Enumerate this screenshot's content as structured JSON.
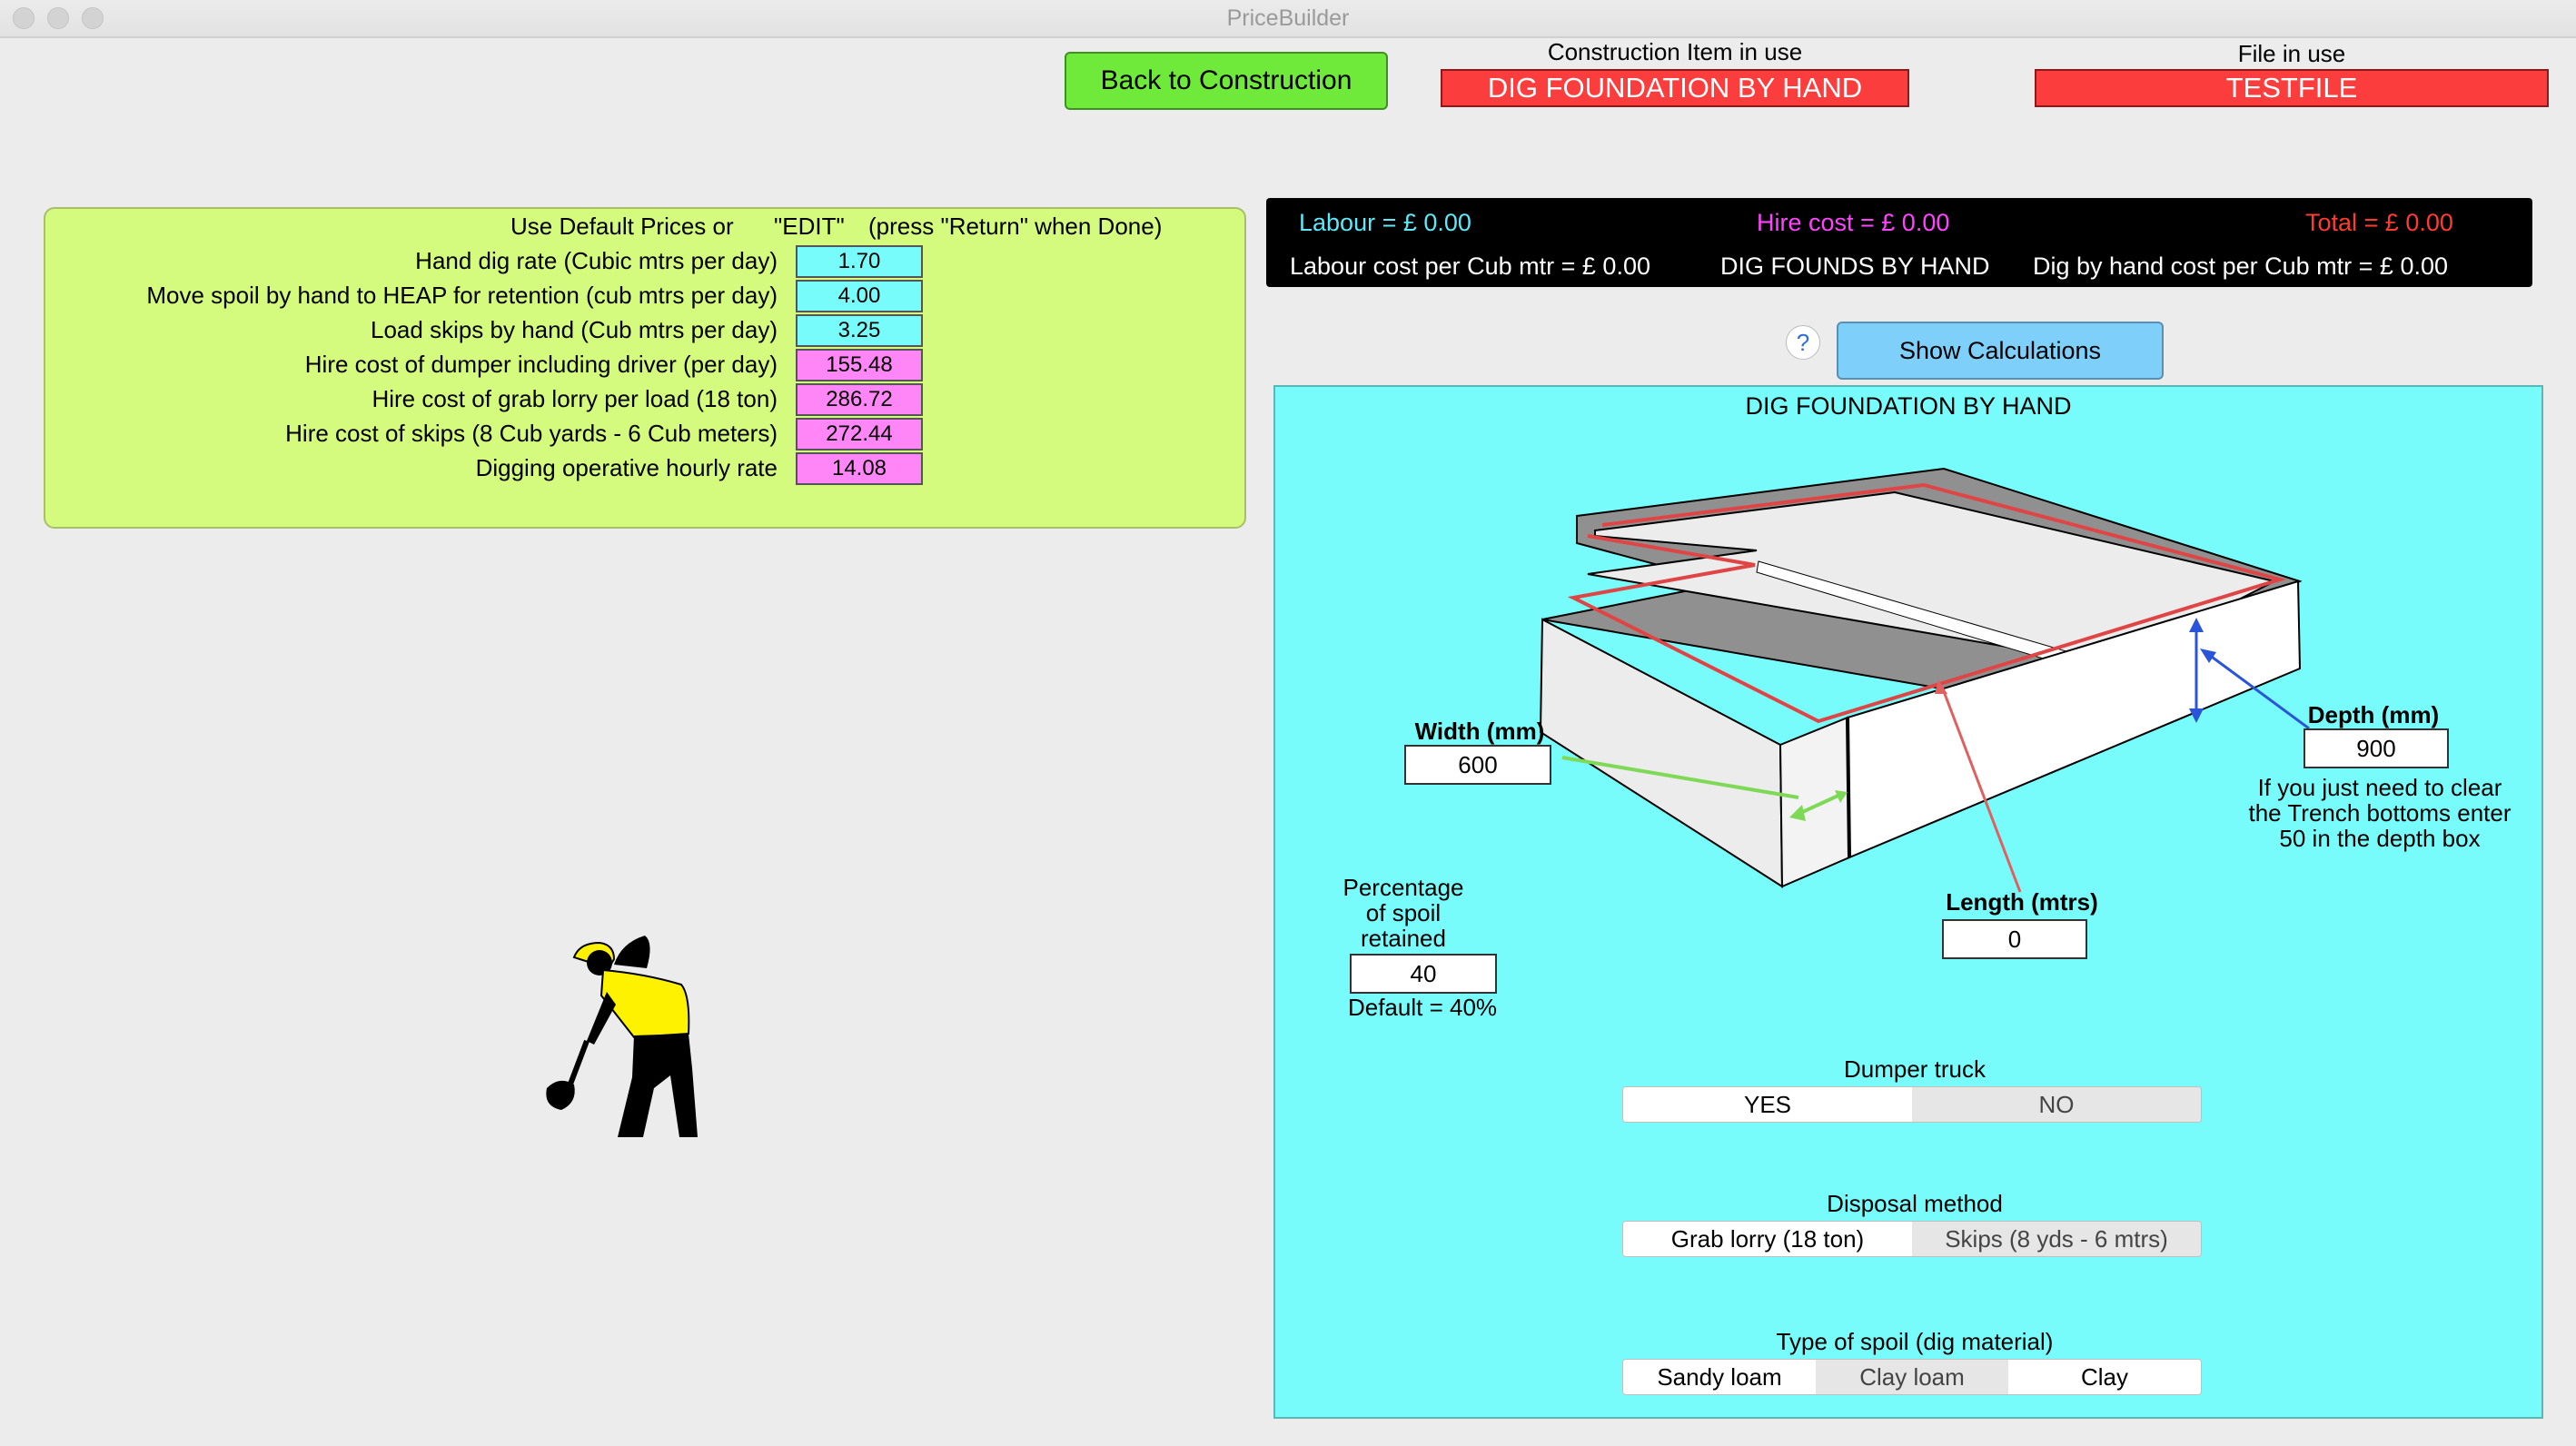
{
  "window": {
    "title": "PriceBuilder"
  },
  "header": {
    "back_button": "Back to Construction",
    "construction_label": "Construction Item in use",
    "construction_value": "DIG FOUNDATION BY HAND",
    "file_label": "File in use",
    "file_value": "TESTFILE"
  },
  "prices": {
    "header_left": "Use Default Prices or",
    "header_edit": "\"EDIT\"",
    "header_hint": "(press \"Return\" when Done)",
    "rows": [
      {
        "label": "Hand dig rate (Cubic mtrs per day)",
        "value": "1.70",
        "color": "#77fcfb"
      },
      {
        "label": "Move spoil by hand to HEAP for retention (cub mtrs per day)",
        "value": "4.00",
        "color": "#77fcfb"
      },
      {
        "label": "Load skips by hand (Cub mtrs per day)",
        "value": "3.25",
        "color": "#77fcfb"
      },
      {
        "label": "Hire cost of dumper including driver (per day)",
        "value": "155.48",
        "color": "#ff86f6"
      },
      {
        "label": "Hire cost of grab lorry per load (18 ton)",
        "value": "286.72",
        "color": "#ff86f6"
      },
      {
        "label": "Hire cost of skips (8 Cub yards - 6 Cub meters)",
        "value": "272.44",
        "color": "#ff86f6"
      },
      {
        "label": "Digging operative hourly rate",
        "value": "14.08",
        "color": "#ff86f6"
      }
    ]
  },
  "summary": {
    "labour": "Labour = £    0.00",
    "hire": "Hire cost = £ 0.00",
    "total": "Total = £   0.00",
    "labour_per_cub": "Labour cost per Cub mtr = £  0.00",
    "item_short": "DIG FOUNDS BY HAND",
    "dig_cost_per_cub": "Dig by hand cost per Cub mtr = £  0.00",
    "colors": {
      "labour": "#5ee8f8",
      "hire": "#ff44ff",
      "total": "#ff3b30",
      "text": "#ffffff"
    }
  },
  "help_icon": "?",
  "show_calculations": "Show Calculations",
  "diagram": {
    "title": "DIG FOUNDATION BY HAND",
    "width_label": "Width (mm)",
    "width_value": "600",
    "depth_label": "Depth (mm)",
    "depth_value": "900",
    "depth_note_1": "If you just need to clear",
    "depth_note_2": "the Trench bottoms enter",
    "depth_note_3": "50 in the depth box",
    "length_label": "Length (mtrs)",
    "length_value": "0",
    "spoil_label_1": "Percentage",
    "spoil_label_2": "of spoil",
    "spoil_label_3": "retained",
    "spoil_value": "40",
    "spoil_default": "Default = 40%"
  },
  "dumper": {
    "label": "Dumper truck",
    "options": [
      "YES",
      "NO"
    ],
    "selected": "YES"
  },
  "disposal": {
    "label": "Disposal method",
    "options": [
      "Grab lorry (18 ton)",
      "Skips (8 yds - 6 mtrs)"
    ],
    "selected": "Grab lorry (18 ton)"
  },
  "spoil_type": {
    "label": "Type of spoil (dig material)",
    "options": [
      "Sandy loam",
      "Clay loam",
      "Clay"
    ],
    "selected": "Sandy loam"
  }
}
